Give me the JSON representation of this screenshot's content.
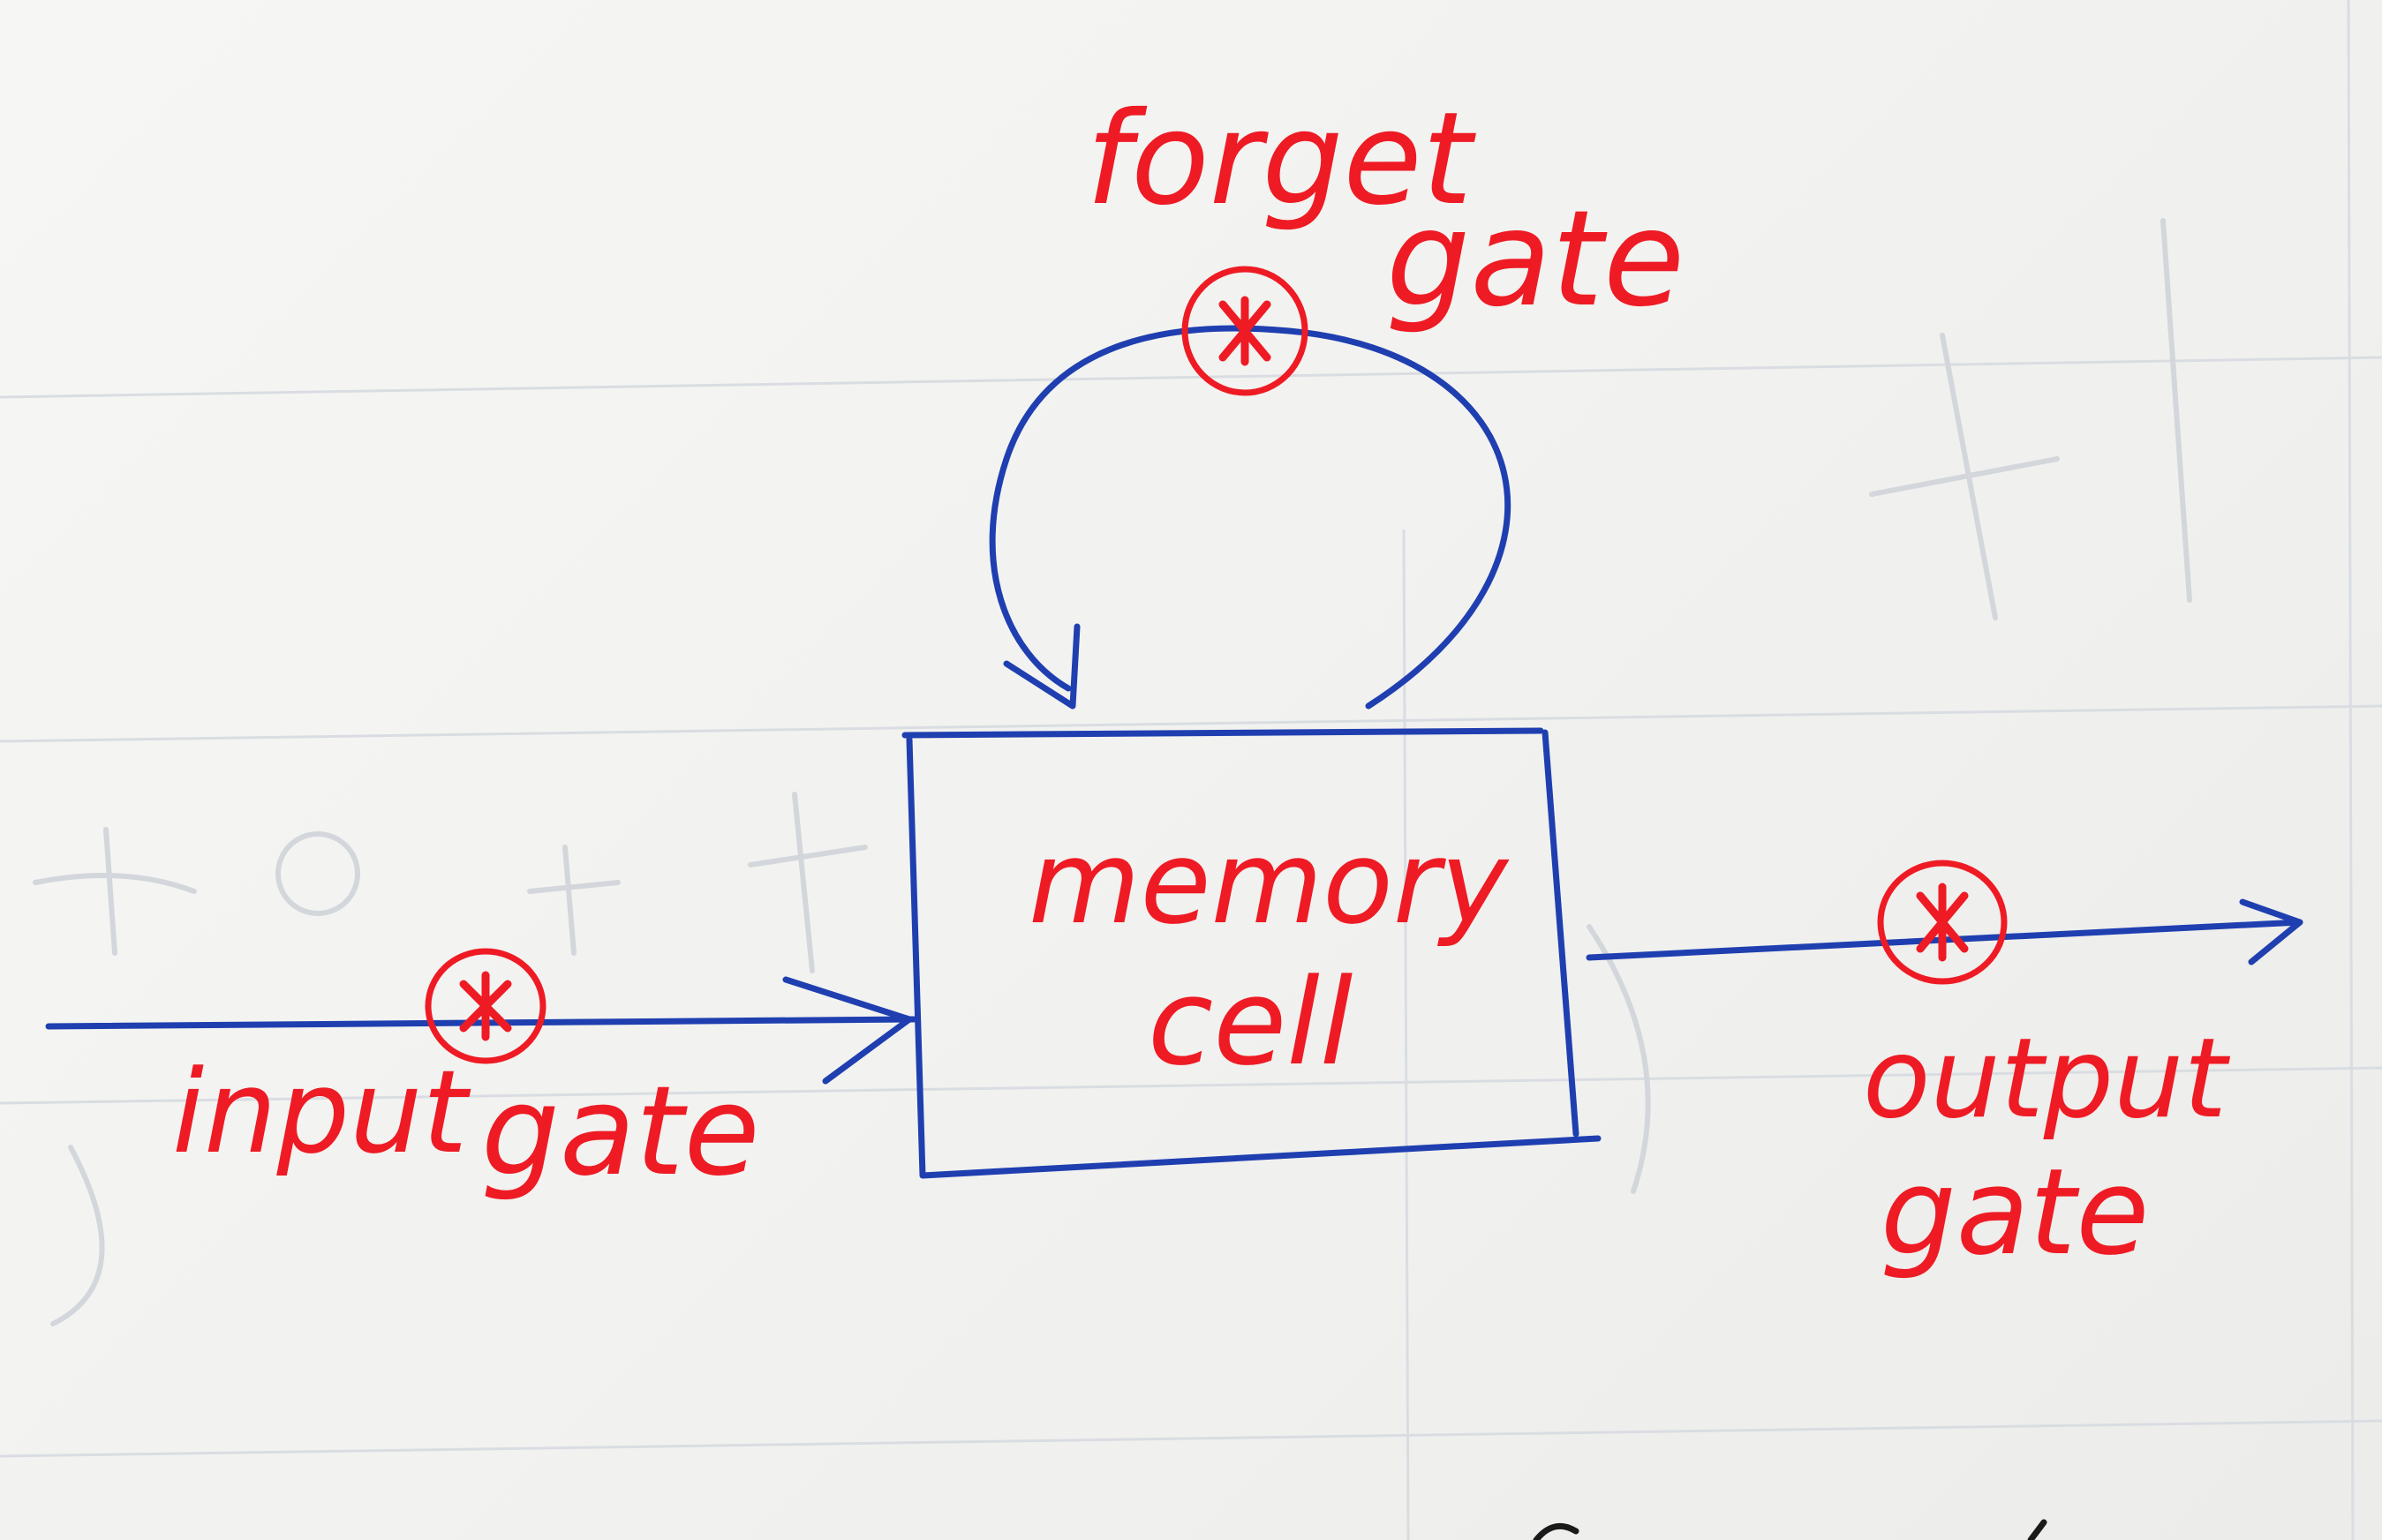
{
  "colors": {
    "ink_blue": "#1f3fb0",
    "ink_red": "#ee1b24",
    "paper": "#f3f3f1",
    "ghost": "#cfd3d8"
  },
  "diagram": {
    "memory_cell": {
      "line1": "memory",
      "line2": "cell"
    },
    "forget_gate": {
      "line1": "forget",
      "line2": "gate"
    },
    "input_gate": {
      "line1": "input",
      "line2": "gate"
    },
    "output_gate": {
      "line1": "output",
      "line2": "gate"
    }
  }
}
